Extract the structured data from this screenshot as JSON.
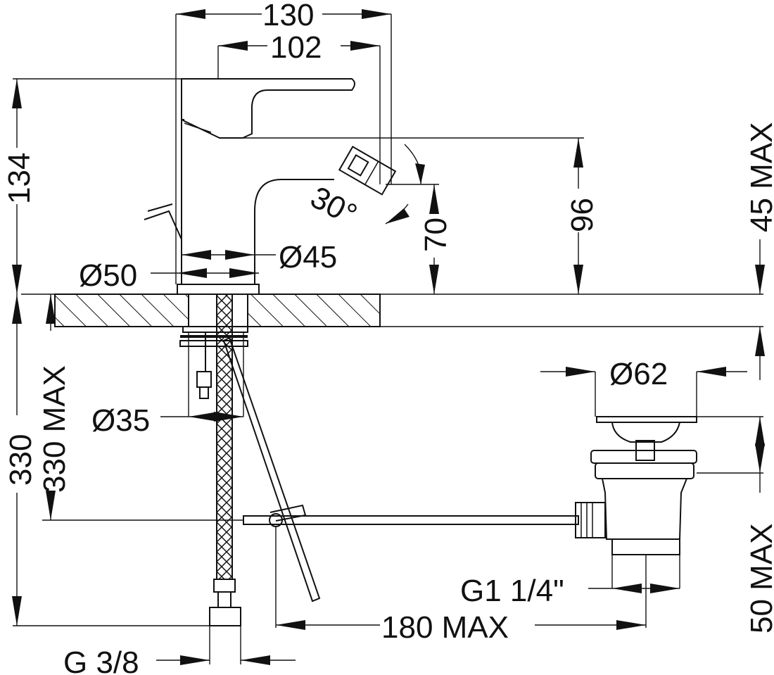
{
  "labels": {
    "d130": "130",
    "d102": "102",
    "d134": "134",
    "d30deg": "30°",
    "d70": "70",
    "d96": "96",
    "d45max": "45 MAX",
    "d45dia": "Ø45",
    "d50dia": "Ø50",
    "d330max": "330 MAX",
    "d330": "330",
    "d35dia": "Ø35",
    "d62dia": "Ø62",
    "d50max": "50 MAX",
    "g114": "G1 1/4\"",
    "d180max": "180 MAX",
    "g38": "G 3/8"
  },
  "colors": {
    "ink": "#111111",
    "paper": "#ffffff"
  }
}
